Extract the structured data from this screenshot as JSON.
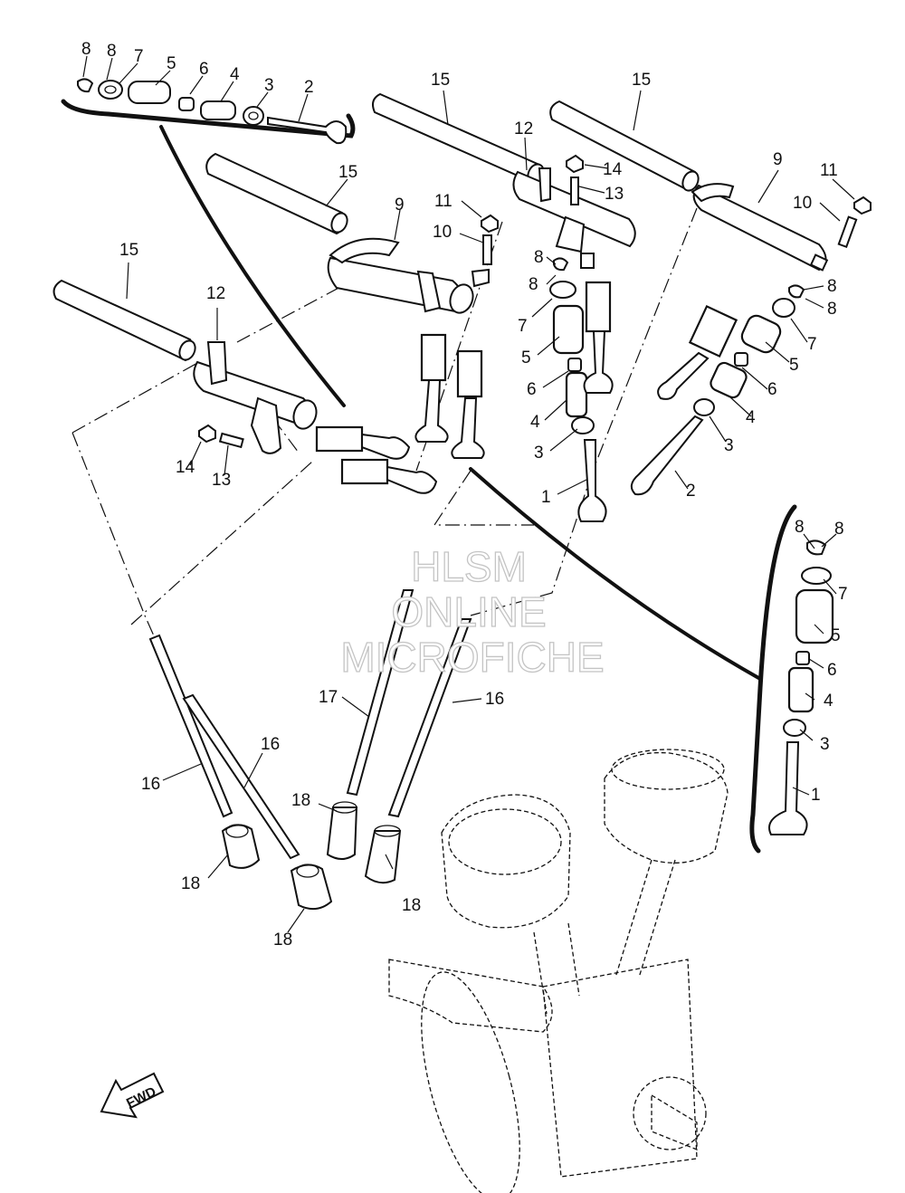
{
  "watermark": {
    "line1": "HLSM",
    "line2": "ONLINE",
    "line3": "MICROFICHE"
  },
  "fwd_label": "FWD",
  "callouts": [
    {
      "id": "c8a",
      "label": "8"
    },
    {
      "id": "c8b",
      "label": "8"
    },
    {
      "id": "c7a",
      "label": "7"
    },
    {
      "id": "c5a",
      "label": "5"
    },
    {
      "id": "c6a",
      "label": "6"
    },
    {
      "id": "c4a",
      "label": "4"
    },
    {
      "id": "c3a",
      "label": "3"
    },
    {
      "id": "c2a",
      "label": "2"
    },
    {
      "id": "c15a",
      "label": "15"
    },
    {
      "id": "c15b",
      "label": "15"
    },
    {
      "id": "c15c",
      "label": "15"
    },
    {
      "id": "c15d",
      "label": "15"
    },
    {
      "id": "c12a",
      "label": "12"
    },
    {
      "id": "c12b",
      "label": "12"
    },
    {
      "id": "c9a",
      "label": "9"
    },
    {
      "id": "c9b",
      "label": "9"
    },
    {
      "id": "c11a",
      "label": "11"
    },
    {
      "id": "c11b",
      "label": "11"
    },
    {
      "id": "c10a",
      "label": "10"
    },
    {
      "id": "c10b",
      "label": "10"
    },
    {
      "id": "c14a",
      "label": "14"
    },
    {
      "id": "c14b",
      "label": "14"
    },
    {
      "id": "c13a",
      "label": "13"
    },
    {
      "id": "c13b",
      "label": "13"
    },
    {
      "id": "c8c",
      "label": "8"
    },
    {
      "id": "c8d",
      "label": "8"
    },
    {
      "id": "c7b",
      "label": "7"
    },
    {
      "id": "c5b",
      "label": "5"
    },
    {
      "id": "c6b",
      "label": "6"
    },
    {
      "id": "c4b",
      "label": "4"
    },
    {
      "id": "c3b",
      "label": "3"
    },
    {
      "id": "c1a",
      "label": "1"
    },
    {
      "id": "c8e",
      "label": "8"
    },
    {
      "id": "c8f",
      "label": "8"
    },
    {
      "id": "c7c",
      "label": "7"
    },
    {
      "id": "c5c",
      "label": "5"
    },
    {
      "id": "c6c",
      "label": "6"
    },
    {
      "id": "c4c",
      "label": "4"
    },
    {
      "id": "c3c",
      "label": "3"
    },
    {
      "id": "c2b",
      "label": "2"
    },
    {
      "id": "c8g",
      "label": "8"
    },
    {
      "id": "c8h",
      "label": "8"
    },
    {
      "id": "c7d",
      "label": "7"
    },
    {
      "id": "c5d",
      "label": "5"
    },
    {
      "id": "c6d",
      "label": "6"
    },
    {
      "id": "c4d",
      "label": "4"
    },
    {
      "id": "c3d",
      "label": "3"
    },
    {
      "id": "c1b",
      "label": "1"
    },
    {
      "id": "c17",
      "label": "17"
    },
    {
      "id": "c16a",
      "label": "16"
    },
    {
      "id": "c16b",
      "label": "16"
    },
    {
      "id": "c16c",
      "label": "16"
    },
    {
      "id": "c18a",
      "label": "18"
    },
    {
      "id": "c18b",
      "label": "18"
    },
    {
      "id": "c18c",
      "label": "18"
    },
    {
      "id": "c18d",
      "label": "18"
    }
  ]
}
